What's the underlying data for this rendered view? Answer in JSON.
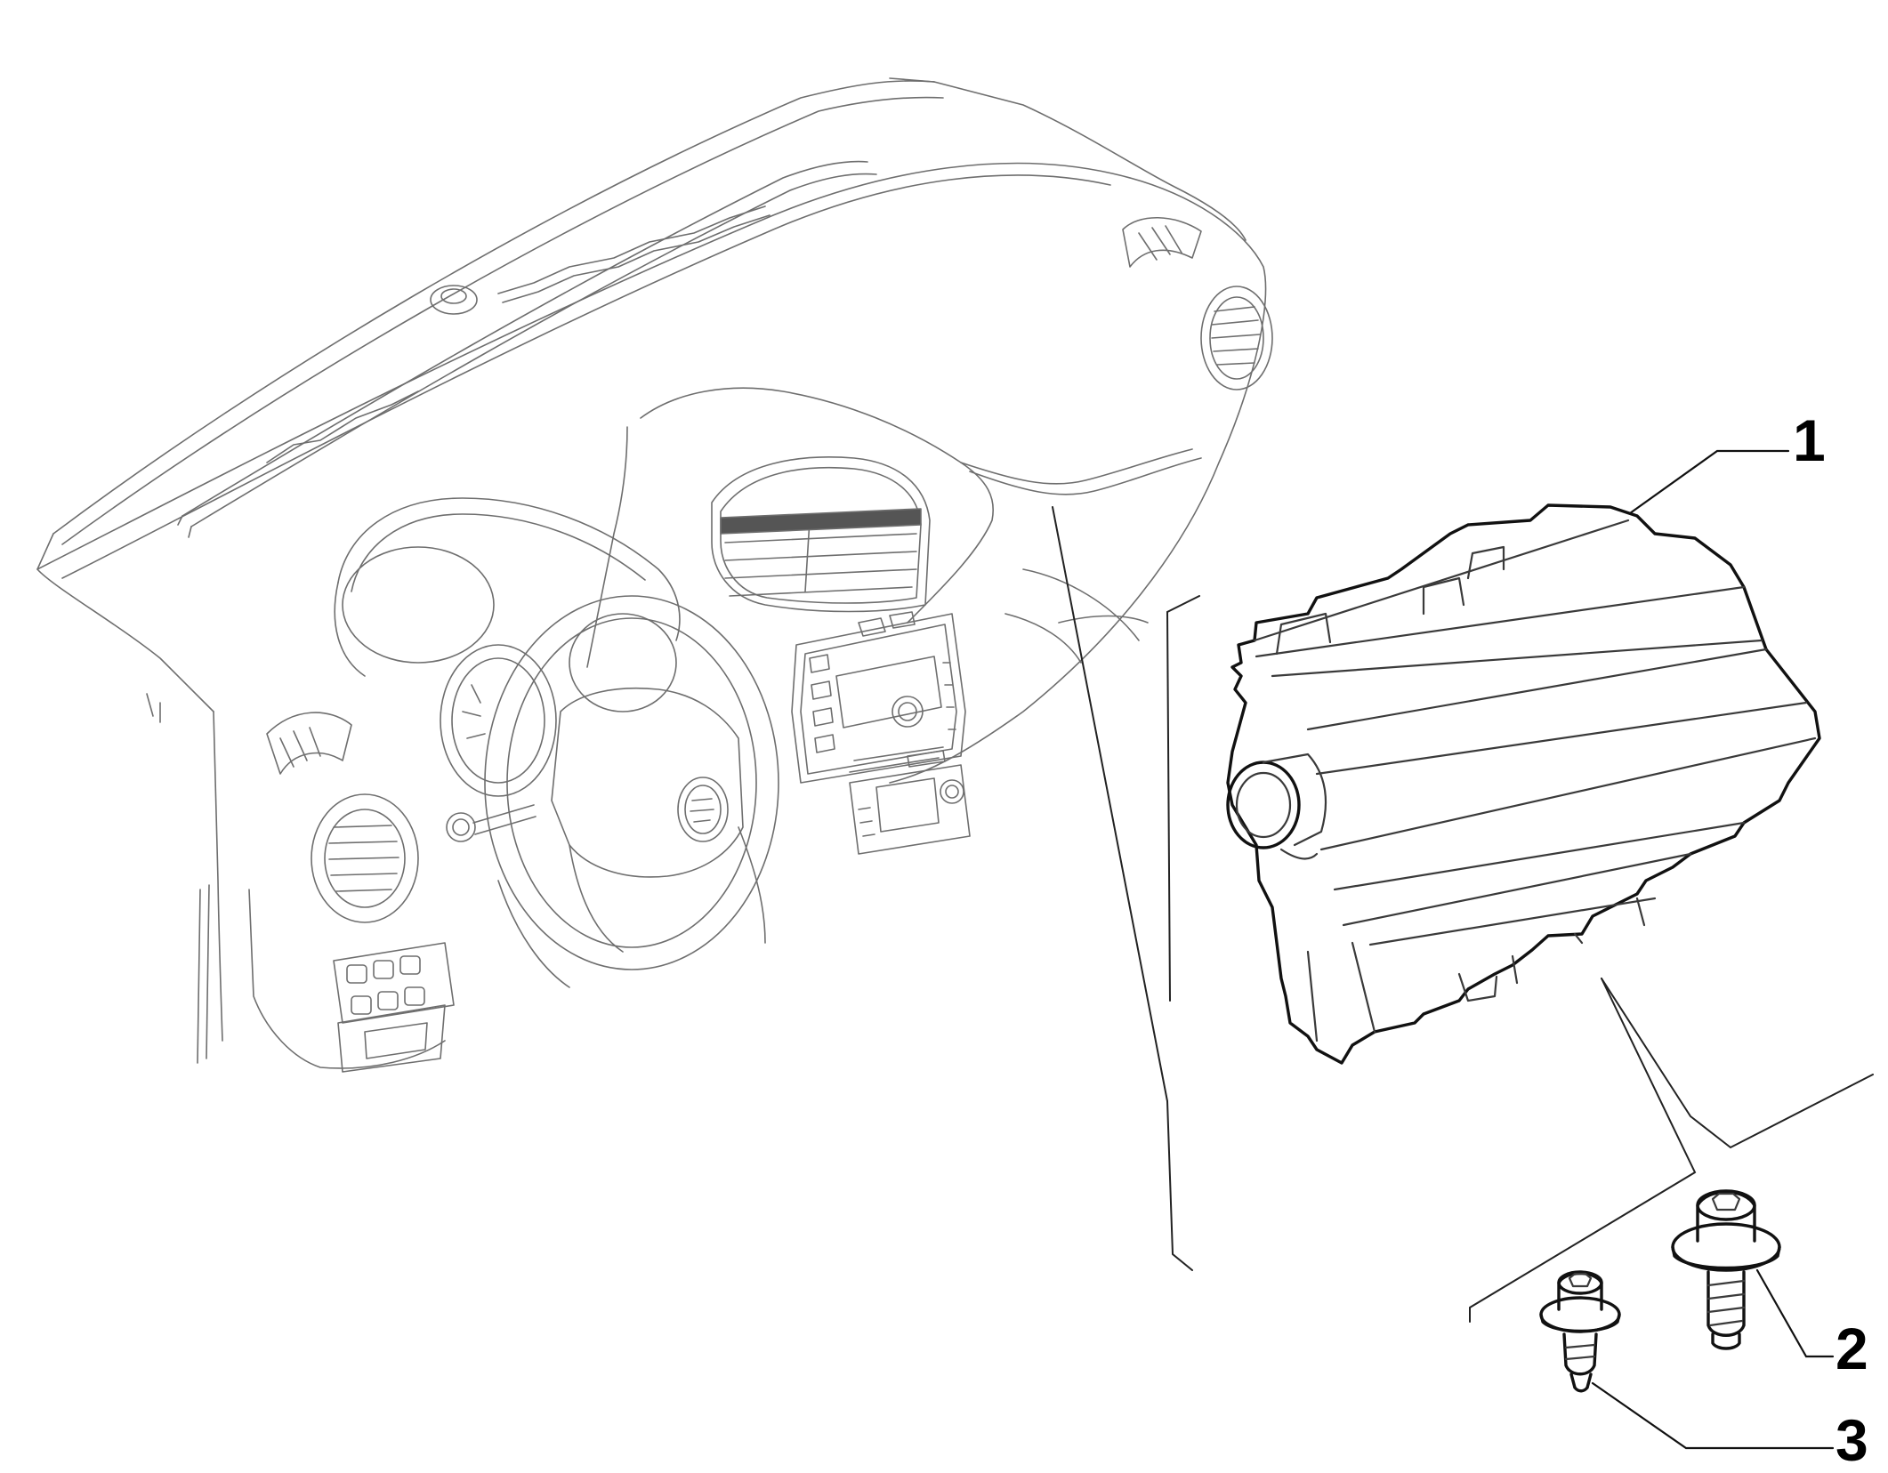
{
  "callouts": [
    {
      "id": "1",
      "label": "1"
    },
    {
      "id": "2",
      "label": "2"
    },
    {
      "id": "3",
      "label": "3"
    }
  ],
  "colors": {
    "line": "#111111",
    "thin_line": "#6e6e6e",
    "background": "#ffffff"
  },
  "parts": [
    {
      "ref": "1",
      "name": "passenger-airbag-module-icon"
    },
    {
      "ref": "2",
      "name": "flange-screw-icon"
    },
    {
      "ref": "3",
      "name": "short-screw-icon"
    }
  ]
}
